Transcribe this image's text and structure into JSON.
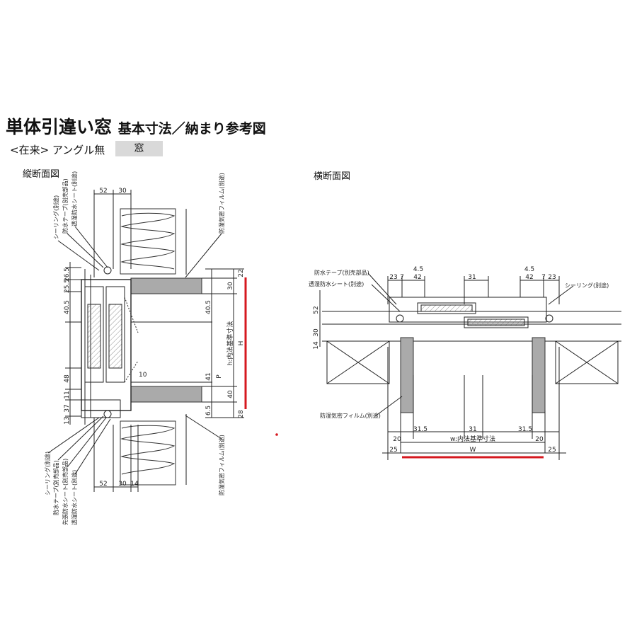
{
  "header": {
    "title_main": "単体引違い窓",
    "title_sub": "基本寸法／納まり参考図",
    "subtitle": "<在来> アングル無",
    "badge": "窓"
  },
  "views": {
    "vertical": {
      "label": "縦断面図",
      "top_dims": [
        "52",
        "30"
      ],
      "bottom_dims": [
        "52",
        "30",
        "14"
      ],
      "left_dims": [
        "26.5",
        "25.5",
        "40.5",
        "48",
        "11",
        "37",
        "13"
      ],
      "right_dims_a": [
        "22",
        "30",
        "40.5",
        "41",
        "40",
        "6.5",
        "28"
      ],
      "inner_dim": "10",
      "h_label": "h:内法基準寸法",
      "p_label": "P",
      "H_label": "H",
      "callouts_top": [
        "シーリング(別途)",
        "防水テープ(別売部品)",
        "透湿防水シート(別途)"
      ],
      "callout_top_right": "防湿気密フィルム(別途)",
      "callouts_bottom": [
        "シーリング(別途)",
        "防水テープ(別売部品)",
        "先張防水シート(別売部品)",
        "透湿防水シート(別途)"
      ],
      "callout_bottom_right": "防湿気密フィルム(別途)"
    },
    "horizontal": {
      "label": "横断面図",
      "top_dims_left": [
        "4.5",
        "23",
        "7",
        "42"
      ],
      "top_dims_mid": "31",
      "top_dims_right": [
        "4.5",
        "42",
        "7",
        "23"
      ],
      "left_dims": [
        "52",
        "30",
        "14"
      ],
      "bottom_dims": [
        "20",
        "31.5",
        "31",
        "31.5",
        "20"
      ],
      "w_label": "w:内法基準寸法",
      "W_label": "W",
      "edge_dims": [
        "25",
        "25"
      ],
      "callouts": [
        "防水テープ(別売部品)",
        "透湿防水シート(別途)",
        "シーリング(別途)",
        "防湿気密フィルム(別途)"
      ]
    }
  },
  "colors": {
    "accent": "#d6181f",
    "line": "#222222",
    "wood": "#a9a9a9"
  }
}
